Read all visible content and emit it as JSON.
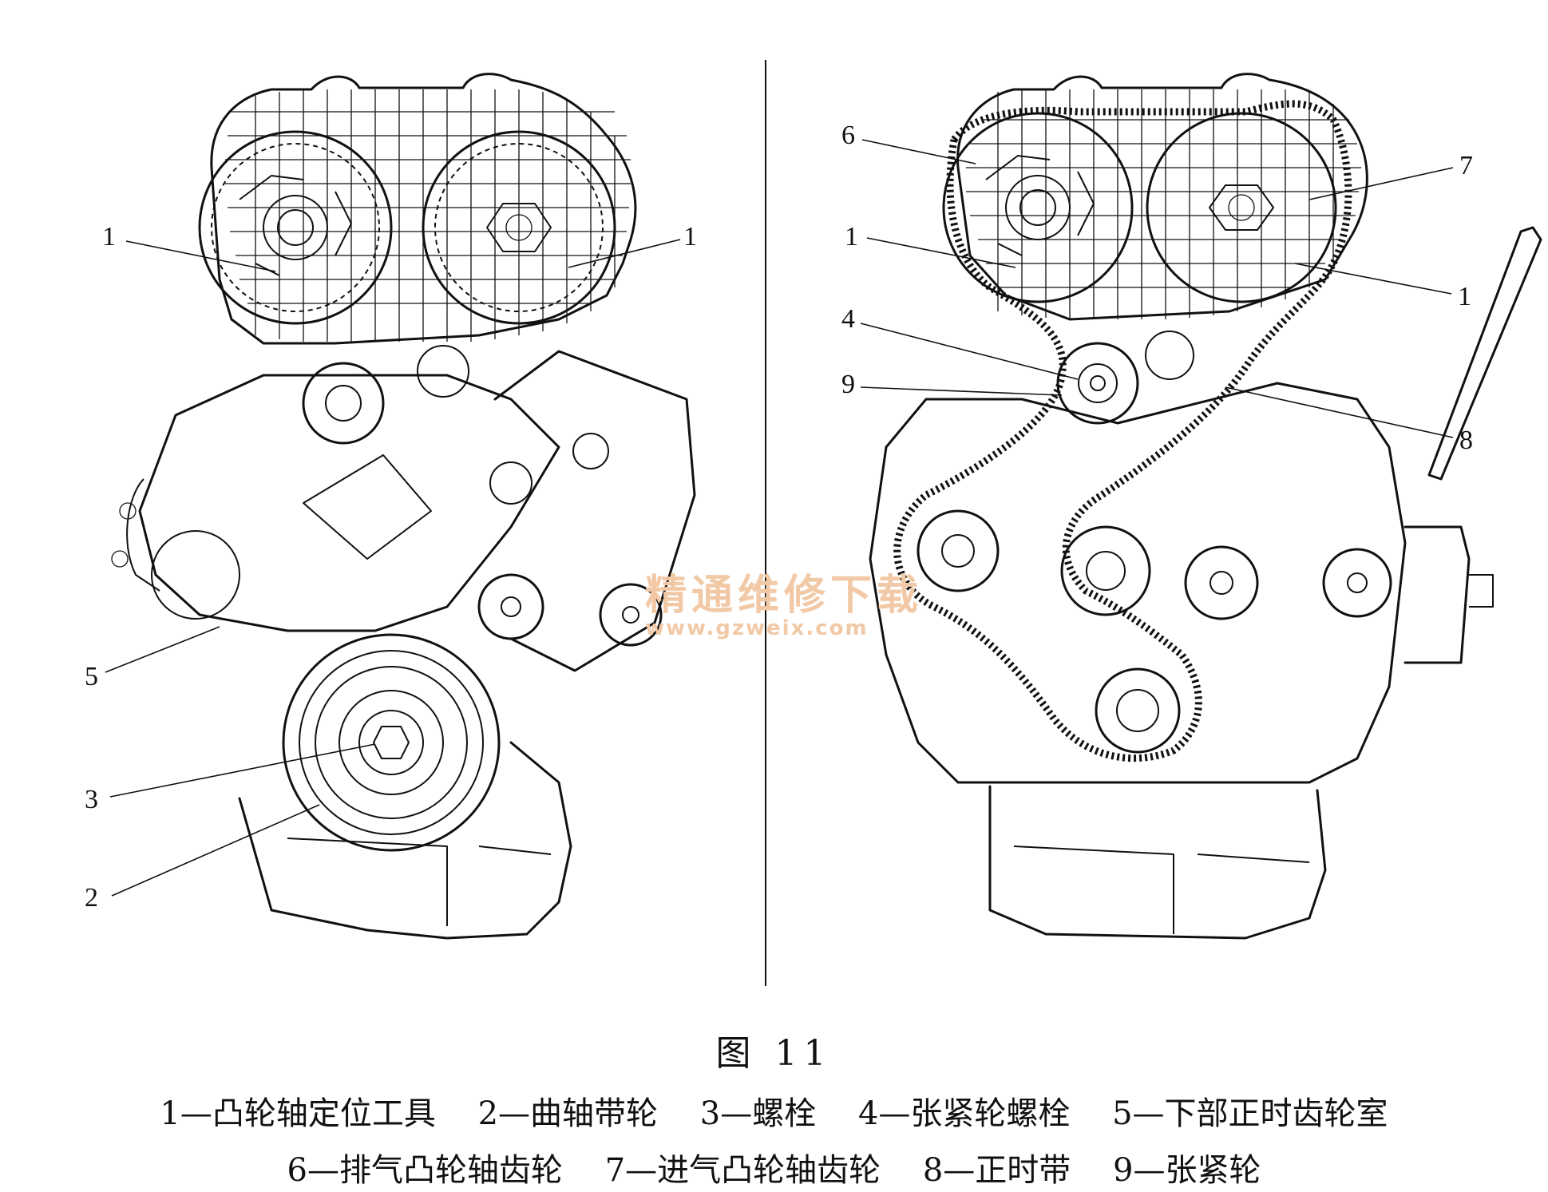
{
  "figure": {
    "title": "图 11",
    "left_view": {
      "callouts": [
        {
          "id": "1",
          "label": "1"
        },
        {
          "id": "1b",
          "label": "1"
        },
        {
          "id": "5",
          "label": "5"
        },
        {
          "id": "3",
          "label": "3"
        },
        {
          "id": "2",
          "label": "2"
        }
      ]
    },
    "right_view": {
      "callouts": [
        {
          "id": "6",
          "label": "6"
        },
        {
          "id": "7",
          "label": "7"
        },
        {
          "id": "1",
          "label": "1"
        },
        {
          "id": "1b",
          "label": "1"
        },
        {
          "id": "4",
          "label": "4"
        },
        {
          "id": "9",
          "label": "9"
        },
        {
          "id": "8",
          "label": "8"
        }
      ]
    },
    "watermark": {
      "text_cn": "精通维修下载",
      "text_url": "www.gzweix.com"
    }
  },
  "legend": {
    "line1": [
      "1—凸轮轴定位工具",
      "2—曲轴带轮",
      "3—螺栓",
      "4—张紧轮螺栓",
      "5—下部正时齿轮室"
    ],
    "line2": [
      "6—排气凸轮轴齿轮",
      "7—进气凸轮轴齿轮",
      "8—正时带",
      "9—张紧轮"
    ]
  }
}
